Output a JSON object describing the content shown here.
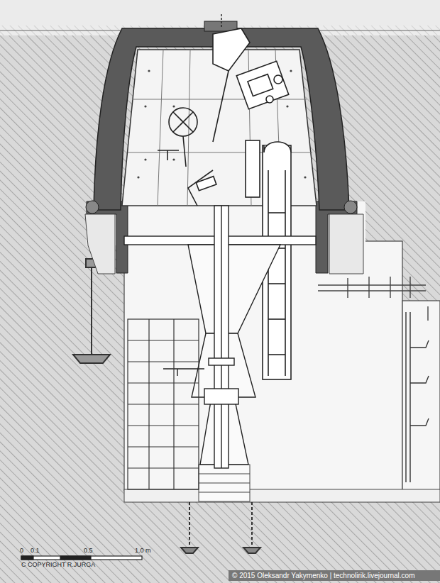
{
  "diagram": {
    "labels": [
      "0",
      "0.1",
      "0.5",
      "1.0 m",
      "C COPYRIGHT R.JURGA",
      "© 2015 Oleksandr Yakymenko | technolirik.livejournal.com"
    ]
  }
}
